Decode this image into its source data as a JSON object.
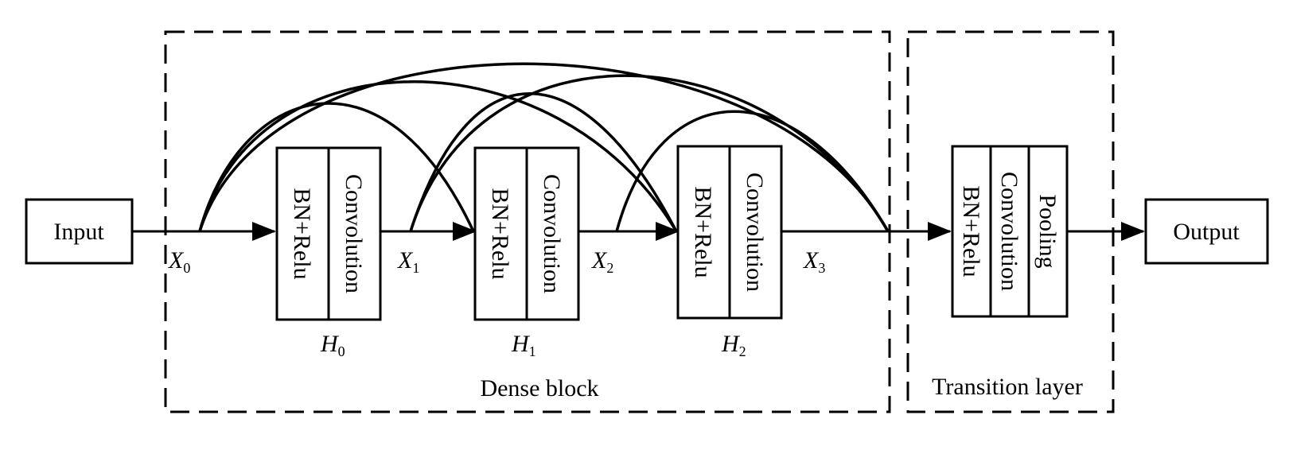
{
  "diagram": {
    "input_label": "Input",
    "output_label": "Output",
    "x_labels": [
      {
        "var": "X",
        "sub": "0"
      },
      {
        "var": "X",
        "sub": "1"
      },
      {
        "var": "X",
        "sub": "2"
      },
      {
        "var": "X",
        "sub": "3"
      }
    ],
    "layers": [
      {
        "h_var": "H",
        "h_sub": "0",
        "left_text": "BN+Relu",
        "right_text": "Convolution"
      },
      {
        "h_var": "H",
        "h_sub": "1",
        "left_text": "BN+Relu",
        "right_text": "Convolution"
      },
      {
        "h_var": "H",
        "h_sub": "2",
        "left_text": "BN+Relu",
        "right_text": "Convolution"
      }
    ],
    "transition": {
      "cells": [
        "BN+Relu",
        "Convolution",
        "Pooling"
      ],
      "caption": "Transition layer"
    },
    "dense_block_caption": "Dense block",
    "colors": {
      "stroke": "#000000",
      "background": "#ffffff"
    }
  }
}
